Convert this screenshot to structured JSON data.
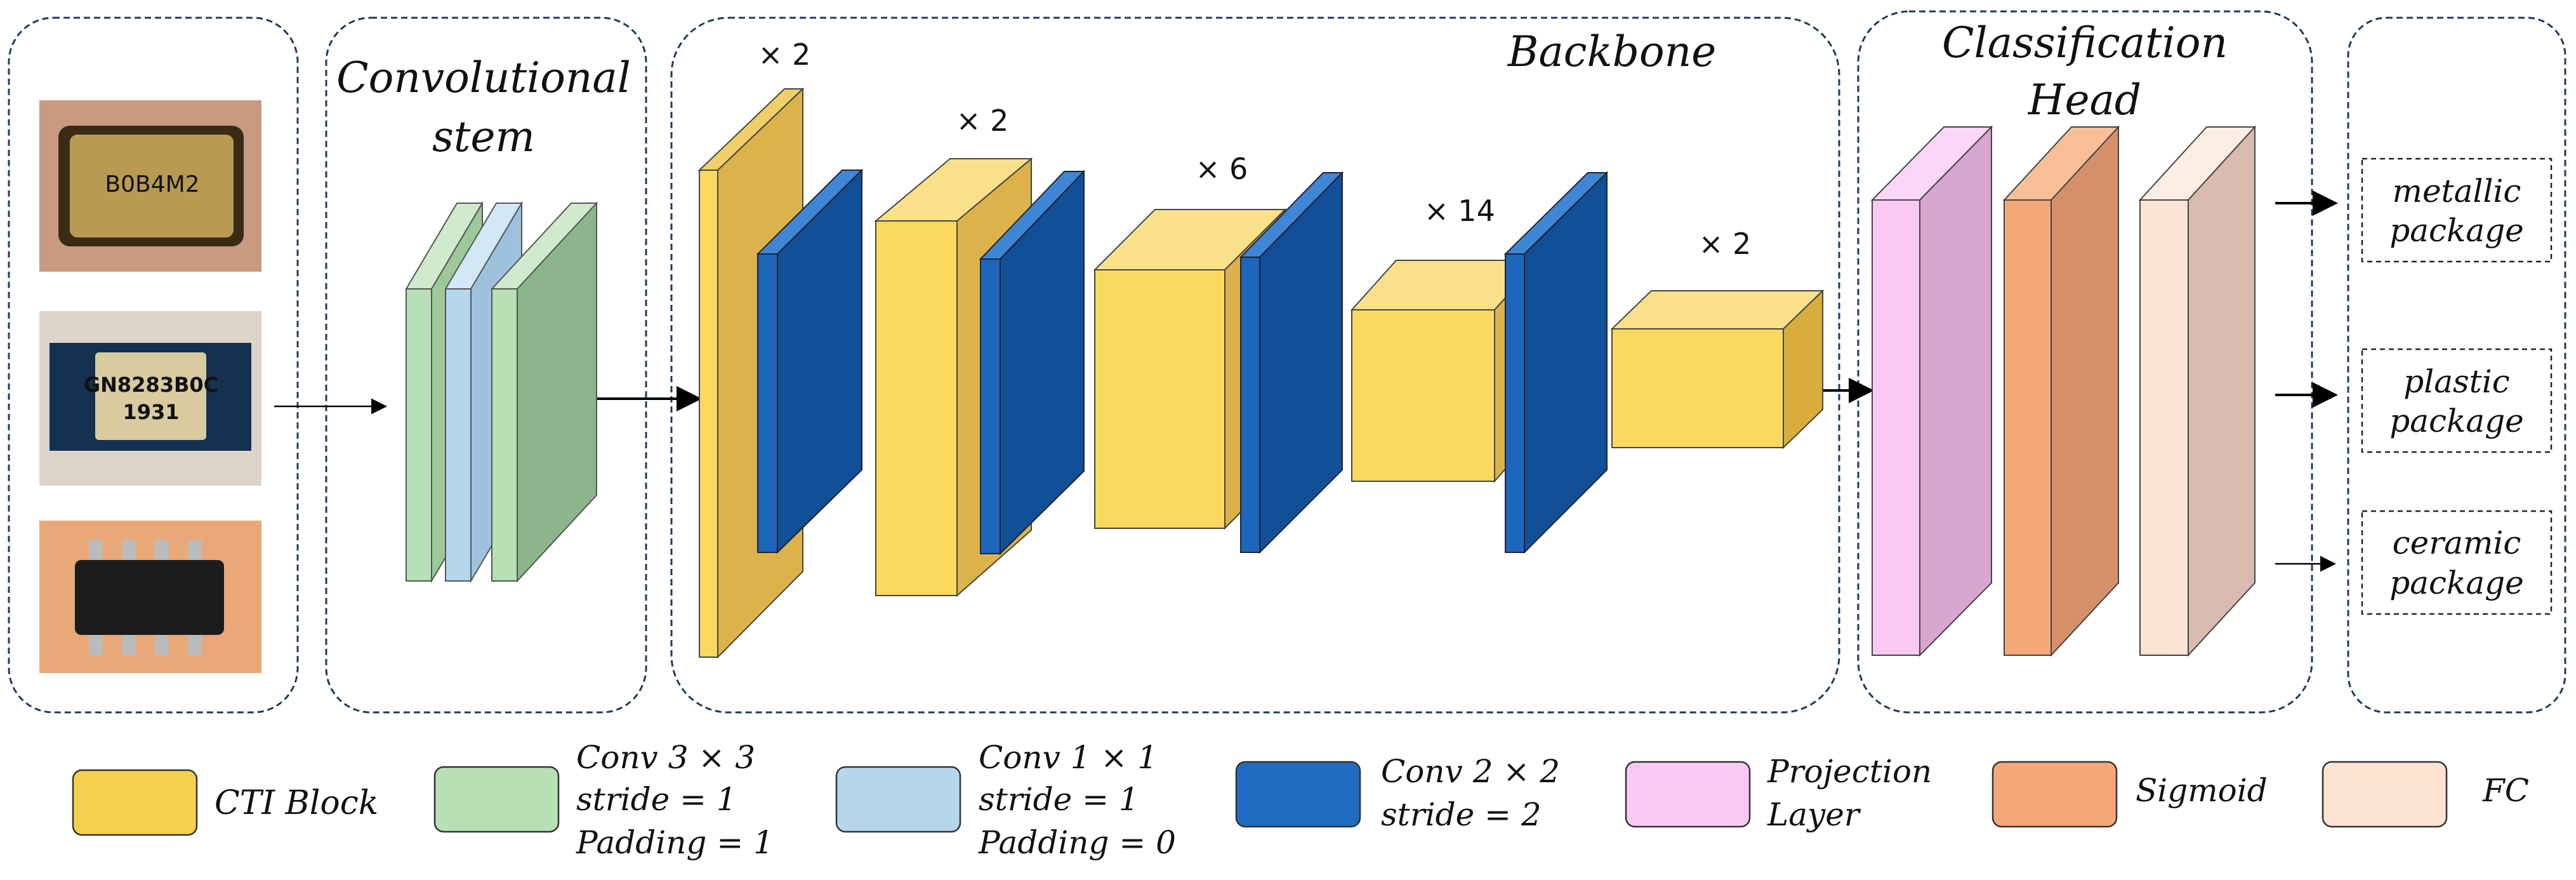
{
  "groups": {
    "stem_title_line1": "Convolutional",
    "stem_title_line2": "stem",
    "backbone_title": "Backbone",
    "head_title_line1": "Classification",
    "head_title_line2": "Head"
  },
  "chip_images": [
    {
      "name": "metallic-chip-photo",
      "markings": [
        "",
        "B0B4M2",
        ""
      ]
    },
    {
      "name": "plastic-chip-photo",
      "markings": [
        "GN8283B0C",
        "1931"
      ]
    },
    {
      "name": "ceramic-chip-photo",
      "markings": []
    }
  ],
  "repeat_labels": [
    "× 2",
    "× 2",
    "× 6",
    "× 14",
    "× 2"
  ],
  "outputs": [
    {
      "line1": "metallic",
      "line2": "package"
    },
    {
      "line1": "plastic",
      "line2": "package"
    },
    {
      "line1": "ceramic",
      "line2": "package"
    }
  ],
  "legend": [
    {
      "lines": [
        "CTI Block"
      ],
      "color": "#f6d04d"
    },
    {
      "lines": [
        "Conv 3 × 3",
        "stride = 1",
        "Padding = 1"
      ],
      "color": "#b7e0b4"
    },
    {
      "lines": [
        "Conv 1 × 1",
        "stride = 1",
        "Padding = 0"
      ],
      "color": "#b6d6ee"
    },
    {
      "lines": [
        "Conv 2 × 2",
        "stride = 2"
      ],
      "color": "#1f6cc2"
    },
    {
      "lines": [
        "Projection",
        "Layer"
      ],
      "color": "#fbc8f4"
    },
    {
      "lines": [
        "Sigmoid"
      ],
      "color": "#f4a877"
    },
    {
      "lines": [
        "FC"
      ],
      "color": "#fde3d4"
    }
  ],
  "colors": {
    "cti_front": "#fbd961",
    "cti_side": "#dcb24a",
    "conv2_front": "#1c66bb",
    "conv2_side": "#114f97",
    "conv3_front": "#b7e0b4",
    "conv1_front": "#b6d6ee",
    "projection_front": "#fbc8f4",
    "sigmoid_front": "#f4a877",
    "fc_front": "#fde3d4"
  }
}
